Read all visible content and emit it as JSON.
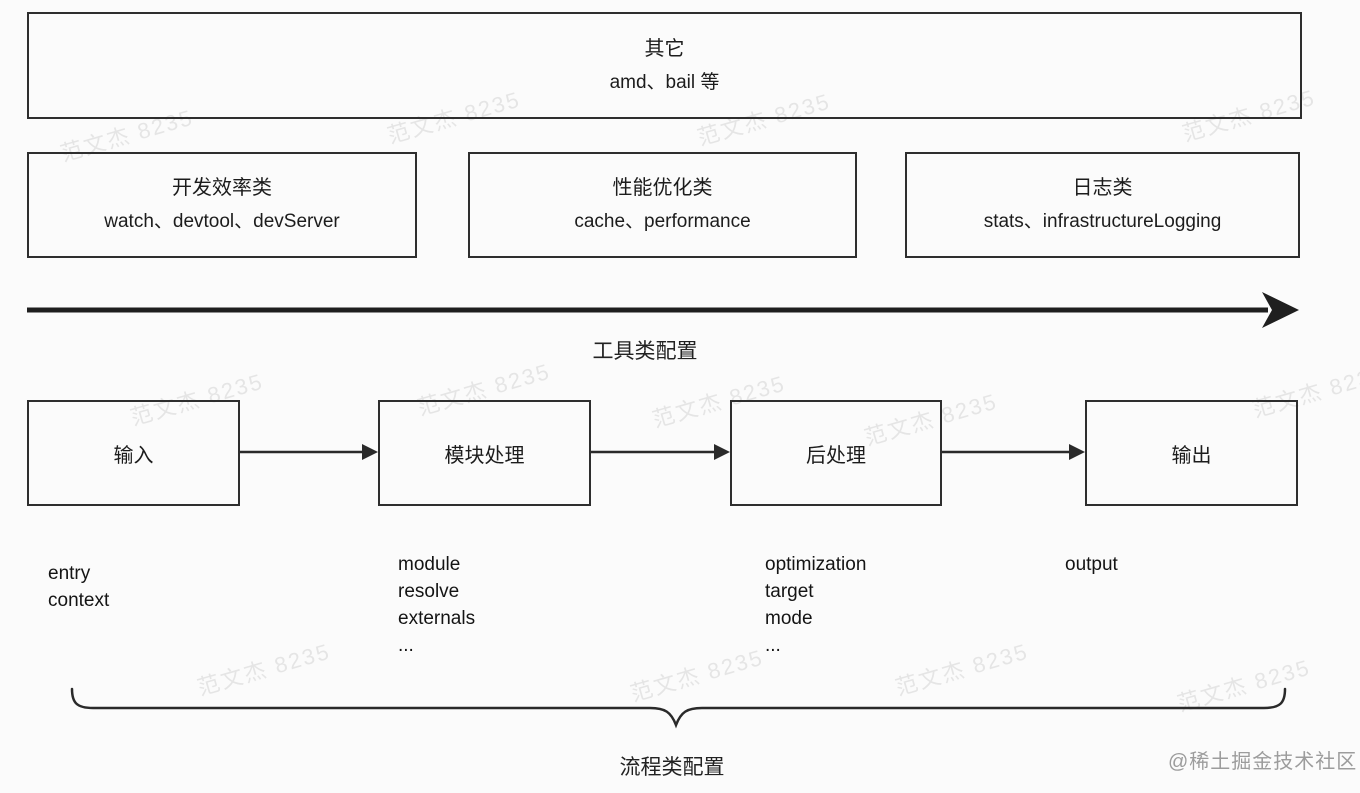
{
  "page": {
    "background": "#fbfbfb",
    "line_color": "#2e2e2e"
  },
  "other_box": {
    "title": "其它",
    "subtitle": "amd、bail 等"
  },
  "tool_boxes": [
    {
      "title": "开发效率类",
      "subtitle": "watch、devtool、devServer"
    },
    {
      "title": "性能优化类",
      "subtitle": "cache、performance"
    },
    {
      "title": "日志类",
      "subtitle": "stats、infrastructureLogging"
    }
  ],
  "tool_axis_label": "工具类配置",
  "flow": {
    "steps": [
      {
        "label": "输入",
        "props": [
          "entry",
          "context"
        ]
      },
      {
        "label": "模块处理",
        "props": [
          "module",
          "resolve",
          "externals",
          "..."
        ]
      },
      {
        "label": "后处理",
        "props": [
          "optimization",
          "target",
          "mode",
          "..."
        ]
      },
      {
        "label": "输出",
        "props": [
          "output"
        ]
      }
    ],
    "brace_label": "流程类配置"
  },
  "watermark": {
    "text": "范文杰 8235",
    "credit": "@稀土掘金技术社区"
  }
}
